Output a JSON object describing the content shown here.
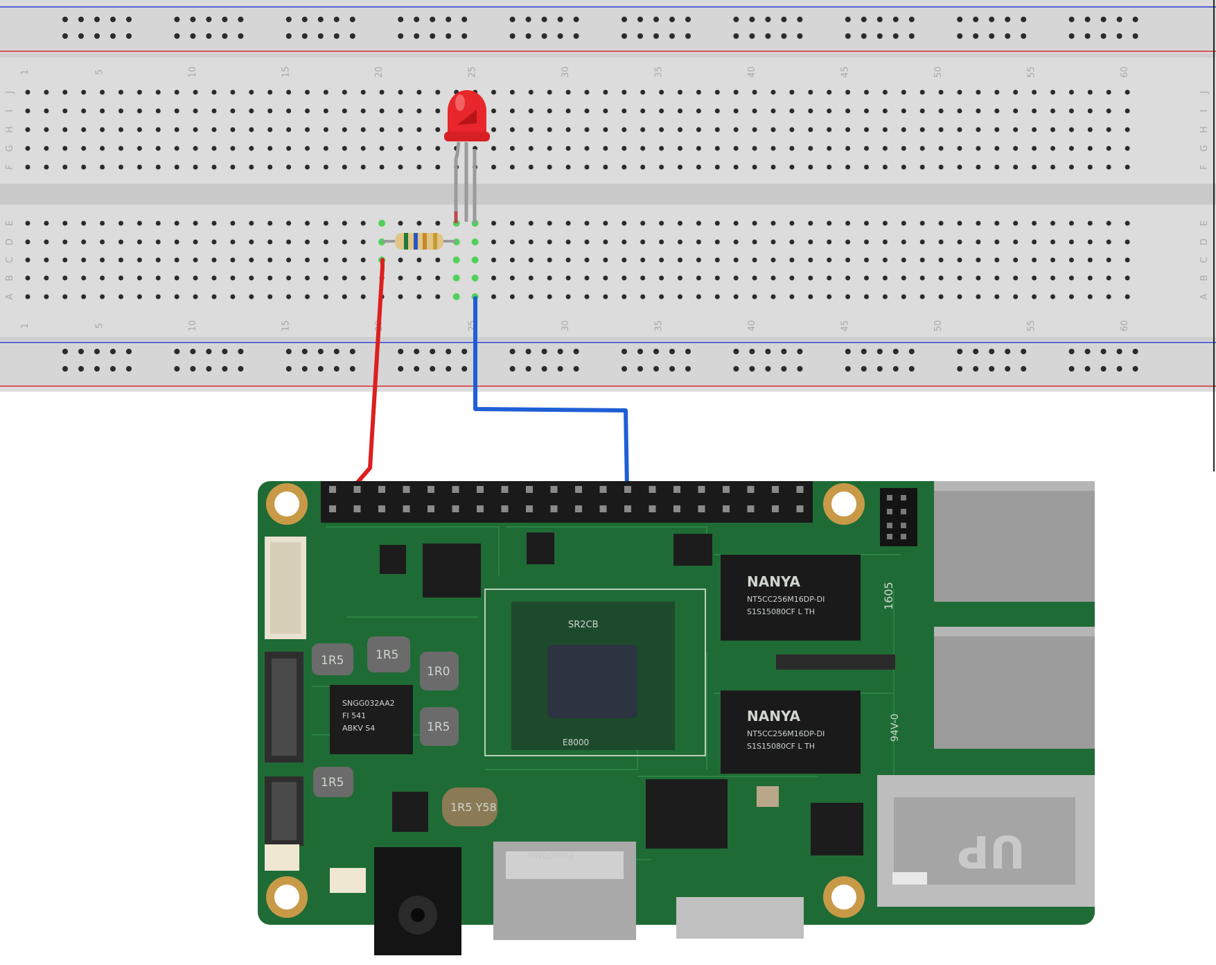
{
  "breadboard": {
    "columns": 60,
    "column_labels": [
      "1",
      "5",
      "10",
      "15",
      "20",
      "25",
      "30",
      "35",
      "40",
      "45",
      "50",
      "55",
      "60"
    ],
    "row_labels_top": [
      "J",
      "I",
      "H",
      "G",
      "F"
    ],
    "row_labels_bottom": [
      "E",
      "D",
      "C",
      "B",
      "A"
    ],
    "rail_colors": {
      "positive": "#d22b2b",
      "negative": "#2b3fd2"
    },
    "body_color": "#dcdcdc"
  },
  "components": {
    "led": {
      "name": "LED",
      "color": "#e8262b"
    },
    "resistor": {
      "name": "resistor",
      "bands": [
        "#1f7a3a",
        "#2a55c8",
        "#c7892a",
        "#c79a32"
      ]
    }
  },
  "wires": [
    {
      "name": "red-wire",
      "color": "#dd1f1f"
    },
    {
      "name": "blue-wire",
      "color": "#1f5fd6"
    }
  ],
  "board": {
    "pcb_color": "#1f6b35",
    "header_pins": 20,
    "ram_chip_1": [
      "NANYA",
      "NT5CC256M16DP-DI",
      "S1S15080CF L TH"
    ],
    "ram_chip_2": [
      "NANYA",
      "NT5CC256M16DP-DI",
      "S1S15080CF L TH"
    ],
    "soc_chip": [
      "SR2CB",
      "E8000"
    ],
    "emmc_chip": [
      "SNGG032AA2",
      "FI 541",
      "ABKV S4"
    ],
    "inductor_labels": [
      "1R5",
      "1R5",
      "1R0",
      "1R5",
      "1R5",
      "1R5 Y58"
    ],
    "usb_label": "FOXCONN",
    "ethernet_label": "UP",
    "board_marks": [
      "1605",
      "94V-0"
    ]
  }
}
